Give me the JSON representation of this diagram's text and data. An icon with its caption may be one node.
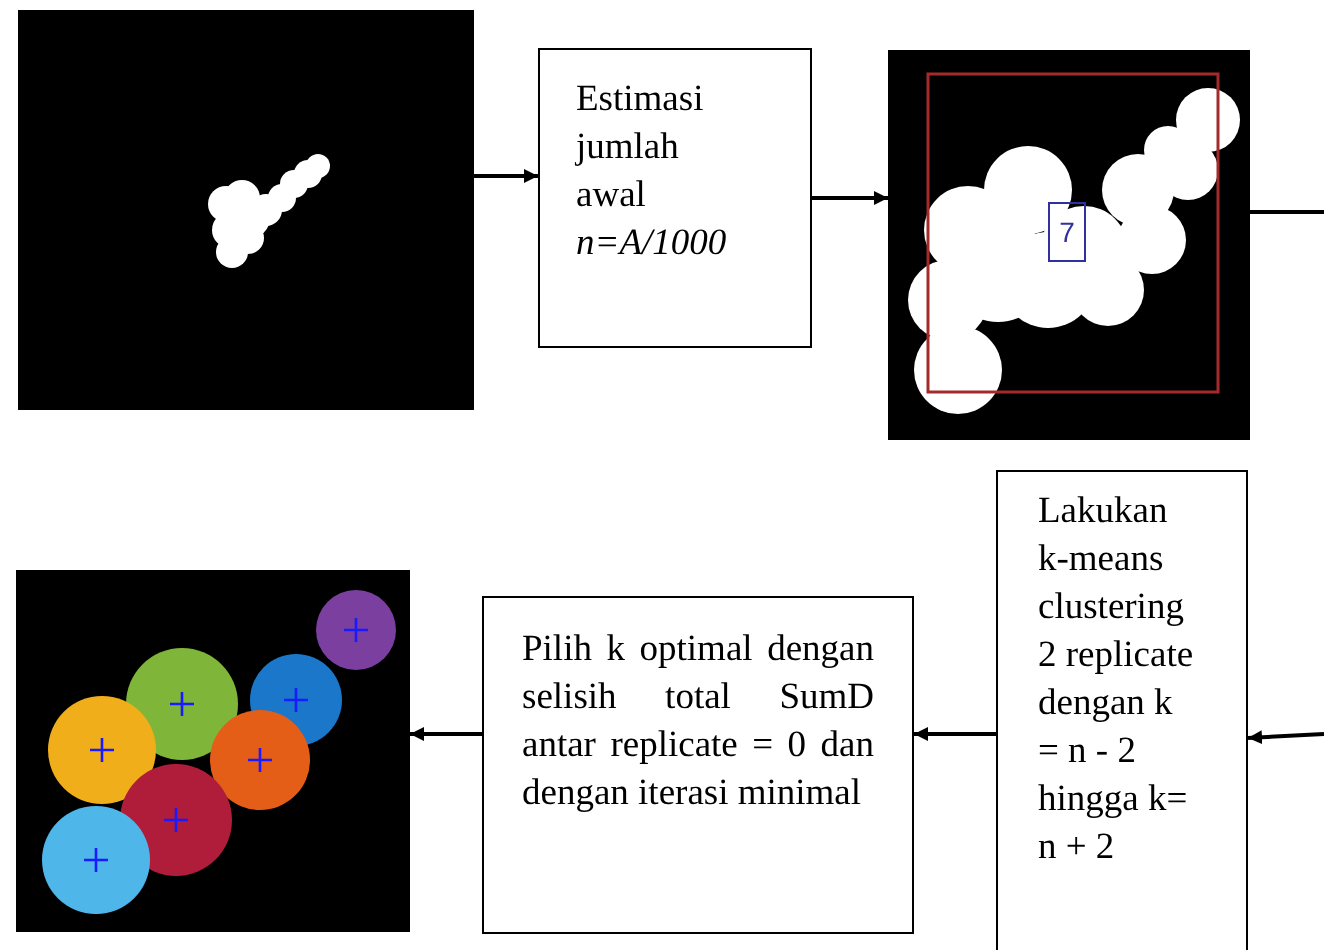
{
  "diagram": {
    "nodes": [
      {
        "text": [],
        "shape": "picture"
      },
      {
        "text": [
          "Estimasi jumlah awal *n=A/1000*"
        ]
      },
      {
        "text": [],
        "shape": "picture"
      },
      {
        "text": [
          "7"
        ],
        "in": 2
      },
      {
        "text": [
          "Lakukan k-means clustering 2 replicate dengan k = n - 2 hingga k= n + 2"
        ]
      },
      {
        "text": [
          "Pilih k optimal dengan selisih total SumD antar replicate = 0 dan dengan iterasi minimal"
        ]
      },
      {
        "text": [],
        "shape": "picture"
      }
    ],
    "edges": [
      {
        "from": 0,
        "to": 1,
        "arrow": "to"
      },
      {
        "from": 1,
        "to": 2,
        "arrow": "to"
      },
      {
        "from": 2,
        "to": null,
        "arrow": "none"
      },
      {
        "from": null,
        "to": 4,
        "arrow": "to"
      },
      {
        "from": 4,
        "to": 5,
        "arrow": "to"
      },
      {
        "from": 5,
        "to": 6,
        "arrow": "to"
      }
    ]
  }
}
